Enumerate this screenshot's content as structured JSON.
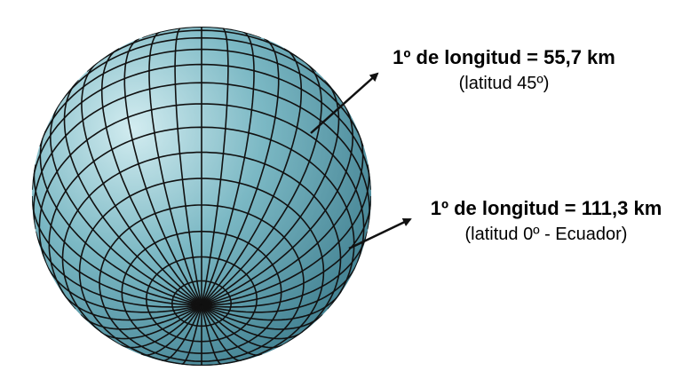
{
  "colors": {
    "globe_light": "#bfe1e7",
    "globe_mid": "#6fb0bd",
    "globe_dark": "#3f8192",
    "grid_lines": "#111111",
    "arrow": "#111111"
  },
  "annotations": {
    "lat45": {
      "title": "1º de longitud = 55,7 km",
      "subtitle": "(latitud 45º)"
    },
    "lat0": {
      "title": "1º de longitud = 111,3 km",
      "subtitle": "(latitud 0º - Ecuador)"
    }
  }
}
